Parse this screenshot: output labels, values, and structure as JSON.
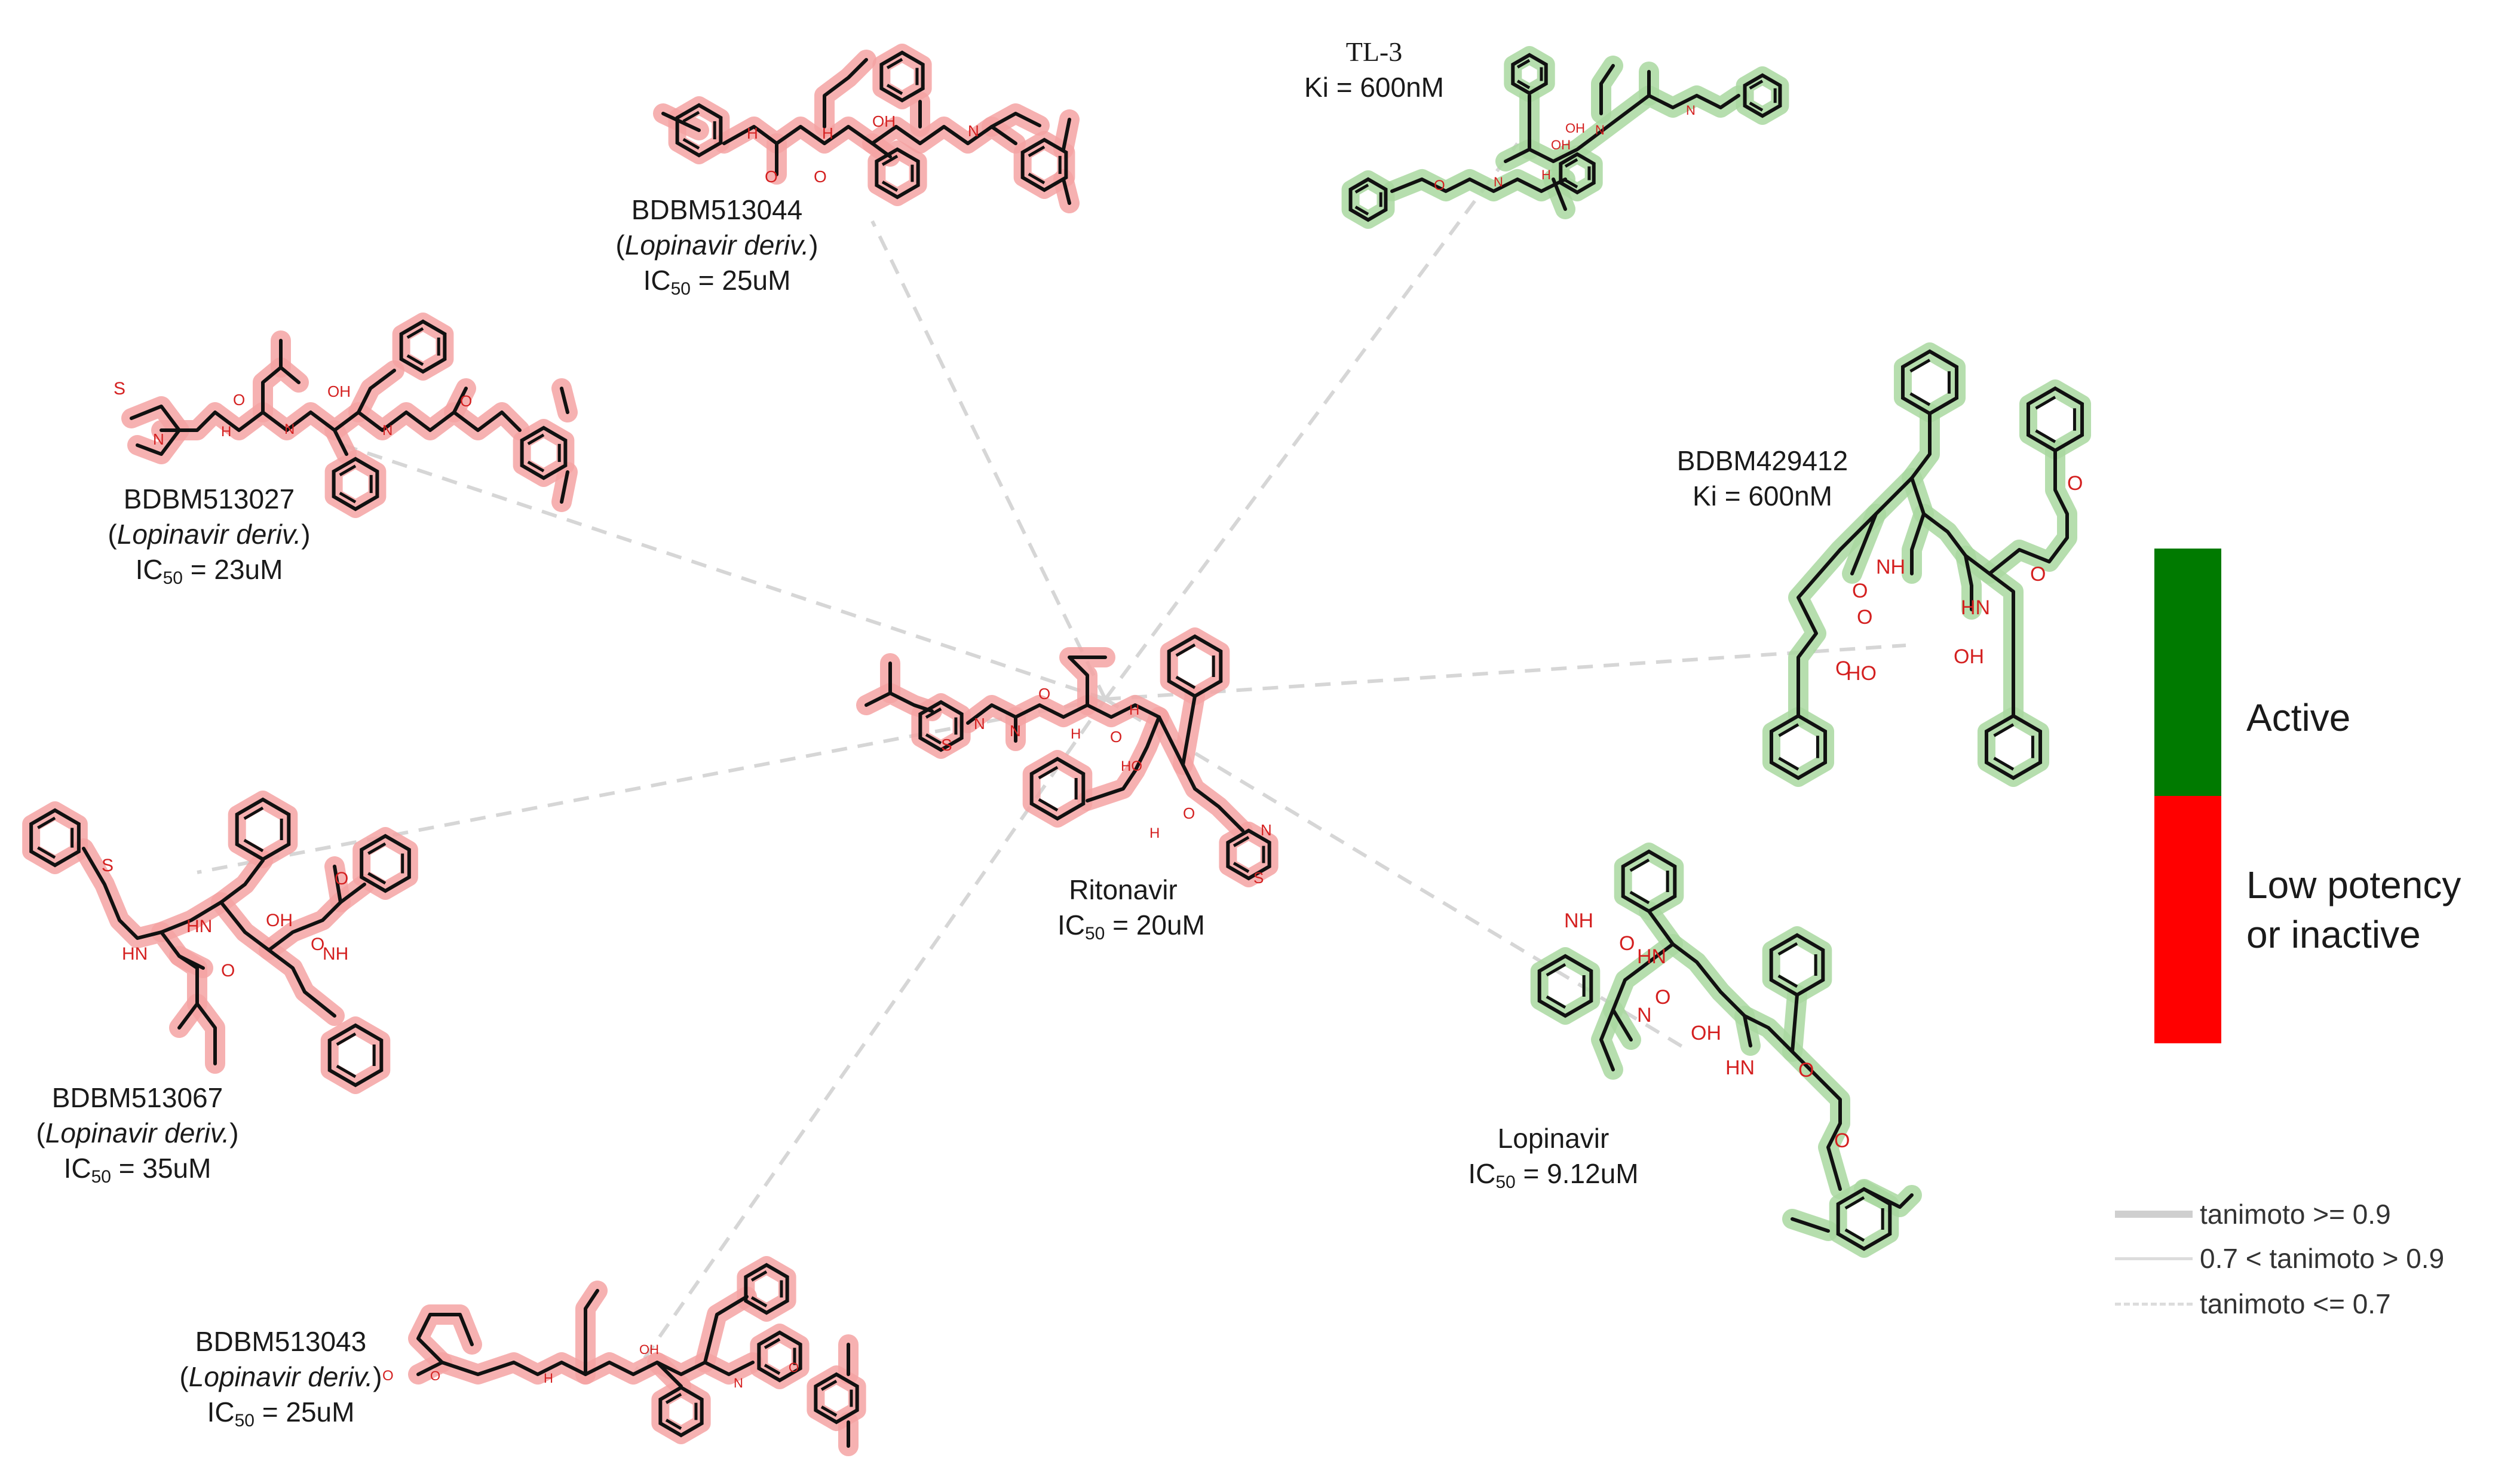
{
  "colors": {
    "active": "#0a7a0a",
    "inactive": "#ff0000",
    "highlight_active": "#a9d8a0",
    "highlight_inactive": "#f4a3a3",
    "edge": "#d6d6d6",
    "nitrogen": "#1a3fd1",
    "oxygen": "#d42020",
    "sulfur": "#d9a31a"
  },
  "nodes": [
    {
      "id": "ritonavir",
      "name": "Ritonavir",
      "deriv": "",
      "metric": "IC",
      "metric_sub": "50",
      "value": "= 20uM",
      "status": "inactive"
    },
    {
      "id": "bdbm513044",
      "name": "BDBM513044",
      "deriv": "Lopinavir deriv.",
      "metric": "IC",
      "metric_sub": "50",
      "value": "= 25uM",
      "status": "inactive"
    },
    {
      "id": "tl3",
      "name": "TL-3",
      "deriv": "",
      "metric": "Ki",
      "metric_sub": "",
      "value": "= 600nM",
      "status": "active"
    },
    {
      "id": "bdbm513027",
      "name": "BDBM513027",
      "deriv": "Lopinavir deriv.",
      "metric": "IC",
      "metric_sub": "50",
      "value": "= 23uM",
      "status": "inactive"
    },
    {
      "id": "bdbm429412",
      "name": "BDBM429412",
      "deriv": "",
      "metric": "Ki",
      "metric_sub": "",
      "value": "= 600nM",
      "status": "active"
    },
    {
      "id": "bdbm513067",
      "name": "BDBM513067",
      "deriv": "Lopinavir deriv.",
      "metric": "IC",
      "metric_sub": "50",
      "value": "= 35uM",
      "status": "inactive"
    },
    {
      "id": "lopinavir",
      "name": "Lopinavir",
      "deriv": "",
      "metric": "IC",
      "metric_sub": "50",
      "value": "= 9.12uM",
      "status": "active"
    },
    {
      "id": "bdbm513043",
      "name": "BDBM513043",
      "deriv": "Lopinavir deriv.",
      "metric": "IC",
      "metric_sub": "50",
      "value": "= 25uM",
      "status": "inactive"
    }
  ],
  "edges": [
    {
      "from": "ritonavir",
      "to": "bdbm513044",
      "similarity": "tanimoto <= 0.7"
    },
    {
      "from": "ritonavir",
      "to": "tl3",
      "similarity": "tanimoto <= 0.7"
    },
    {
      "from": "ritonavir",
      "to": "bdbm513027",
      "similarity": "tanimoto <= 0.7"
    },
    {
      "from": "ritonavir",
      "to": "bdbm429412",
      "similarity": "tanimoto <= 0.7"
    },
    {
      "from": "ritonavir",
      "to": "bdbm513067",
      "similarity": "tanimoto <= 0.7"
    },
    {
      "from": "ritonavir",
      "to": "lopinavir",
      "similarity": "tanimoto <= 0.7"
    },
    {
      "from": "ritonavir",
      "to": "bdbm513043",
      "similarity": "tanimoto <= 0.7"
    }
  ],
  "atom_labels": {
    "nh": "NH",
    "hn": "HN",
    "n": "N",
    "h": "H",
    "o": "O",
    "oh": "OH",
    "ho": "HO",
    "s": "S"
  },
  "colorbar": {
    "active_label": "Active",
    "inactive_label_line1": "Low potency",
    "inactive_label_line2": "or inactive"
  },
  "legend": [
    {
      "label": "tanimoto >= 0.9",
      "style": "solid-thick"
    },
    {
      "label": "0.7 < tanimoto > 0.9",
      "style": "solid-thin"
    },
    {
      "label": "tanimoto <= 0.7",
      "style": "dashed"
    }
  ]
}
